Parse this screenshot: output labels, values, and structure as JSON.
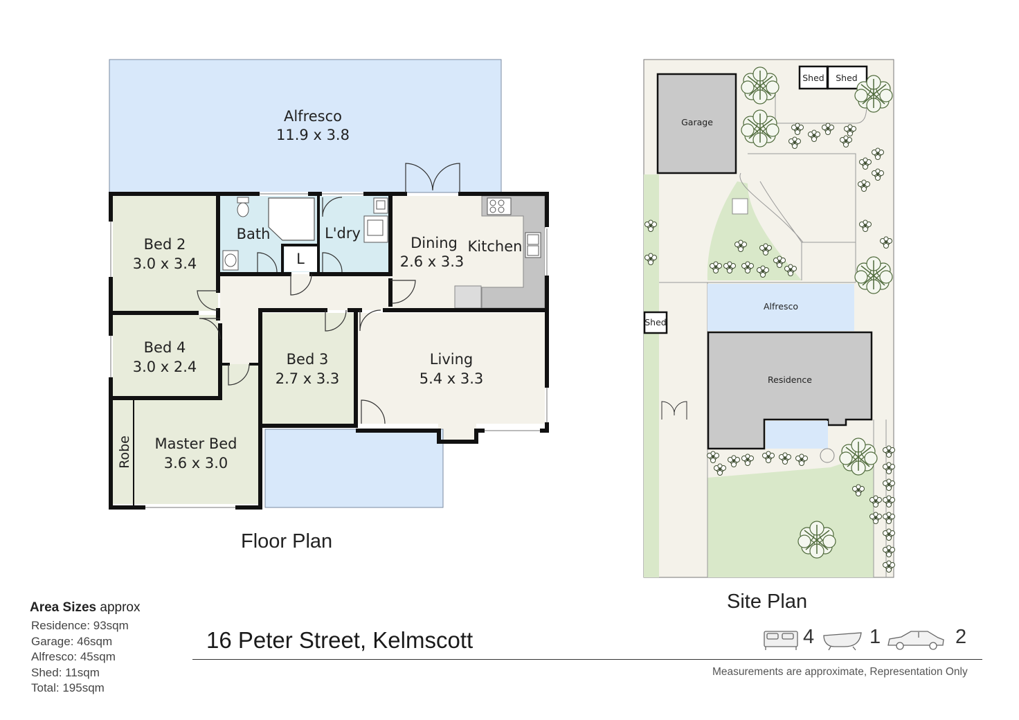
{
  "floor_plan": {
    "title": "Floor Plan",
    "rooms": [
      {
        "name": "Alfresco",
        "dims": "11.9 x 3.8"
      },
      {
        "name": "Bed 2",
        "dims": "3.0 x 3.4"
      },
      {
        "name": "Bath"
      },
      {
        "name": "L'dry"
      },
      {
        "name": "L"
      },
      {
        "name": "Dining",
        "dims": "2.6 x 3.3"
      },
      {
        "name": "Kitchen"
      },
      {
        "name": "Bed 4",
        "dims": "3.0 x 2.4"
      },
      {
        "name": "Bed 3",
        "dims": "2.7 x 3.3"
      },
      {
        "name": "Living",
        "dims": "5.4 x 3.3"
      },
      {
        "name": "Robe"
      },
      {
        "name": "Master Bed",
        "dims": "3.6 x 3.0"
      }
    ]
  },
  "site_plan": {
    "title": "Site Plan",
    "labels": {
      "shed_a": "Shed",
      "shed_b": "Shed",
      "garage": "Garage",
      "shed_side": "Shed",
      "alfresco": "Alfresco",
      "residence": "Residence"
    }
  },
  "area_sizes": {
    "heading_bold": "Area Sizes",
    "heading_rest": " approx",
    "lines": [
      "Residence: 93sqm",
      "Garage: 46sqm",
      "Alfresco: 45sqm",
      "Shed: 11sqm",
      "Total: 195sqm"
    ]
  },
  "address": "16 Peter Street, Kelmscott",
  "features": {
    "bed_count": "4",
    "bath_count": "1",
    "car_count": "2"
  },
  "disclaimer": "Measurements are approximate, Representation Only",
  "colors": {
    "bedroom": "#e8ecdb",
    "wet_area": "#d7ecf2",
    "alfresco": "#d8e8fa",
    "living": "#f4f2ea",
    "kitchen_bench": "#c4c4c4",
    "garden": "#d9e8c9",
    "building": "#c9c9c9",
    "wall": "#111111"
  }
}
